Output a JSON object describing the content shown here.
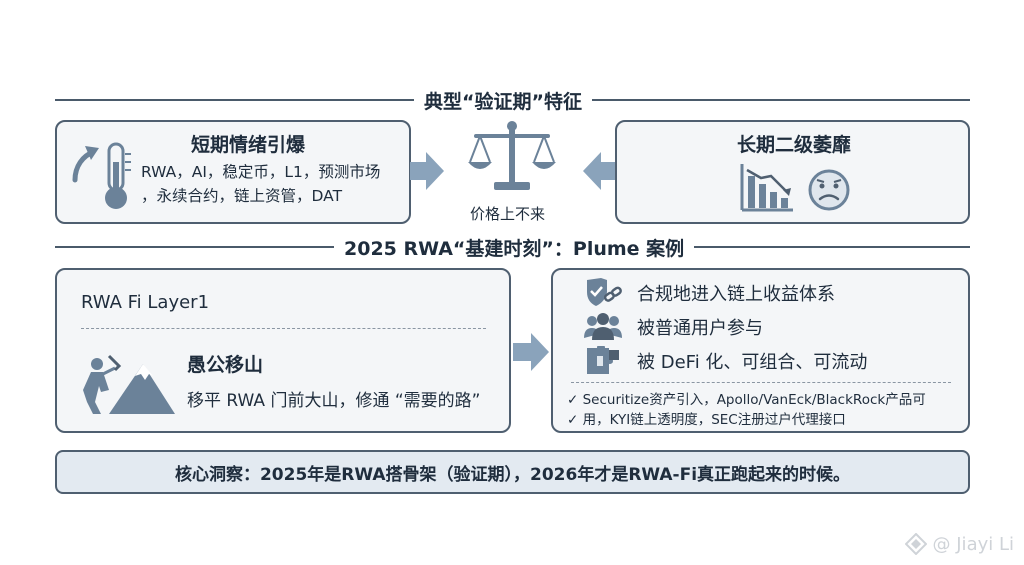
{
  "section1": {
    "title": "典型“验证期”特征"
  },
  "left_card": {
    "title": "短期情绪引爆",
    "line1": "RWA，AI，稳定币，L1，预测市场",
    "line2": "，永续合约，链上资管，DAT",
    "icon": "thermometer-up-icon"
  },
  "center": {
    "caption": "价格上不来",
    "icon": "balance-scale-icon"
  },
  "right_card": {
    "title": "长期二级萎靡",
    "icons": [
      "declining-bar-chart-icon",
      "sad-face-icon"
    ]
  },
  "section2": {
    "title": "2025 RWA“基建时刻”：Plume 案例"
  },
  "plume_card": {
    "label": "RWA Fi Layer1",
    "title": "愚公移山",
    "desc": "移平 RWA 门前大山，修通 “需要的路”",
    "icon": "mountain-climber-icon"
  },
  "features": {
    "items": [
      {
        "text": "合规地进入链上收益体系",
        "icon": "shield-link-icon"
      },
      {
        "text": "被普通用户参与",
        "icon": "users-group-icon"
      },
      {
        "text": "被 DeFi 化、可组合、可流动",
        "icon": "puzzle-icon"
      }
    ],
    "check1": "✓  Securitize资产引入，Apollo/VanEck/BlackRock产品可",
    "check2": "✓  用，KYI链上透明度，SEC注册过户代理接口"
  },
  "insight": {
    "text": "核心洞察：2025年是RWA搭骨架（验证期），2026年才是RWA-Fi真正跑起来的时候。"
  },
  "watermark": {
    "text": "@ Jiayi Li",
    "icon": "diamond-logo-icon"
  },
  "colors": {
    "stroke": "#4f5f70",
    "card_bg": "#f4f6f8",
    "arrow": "#8aa3bb",
    "icon": "#6b8299",
    "insight_bg": "#e3eaf1"
  }
}
